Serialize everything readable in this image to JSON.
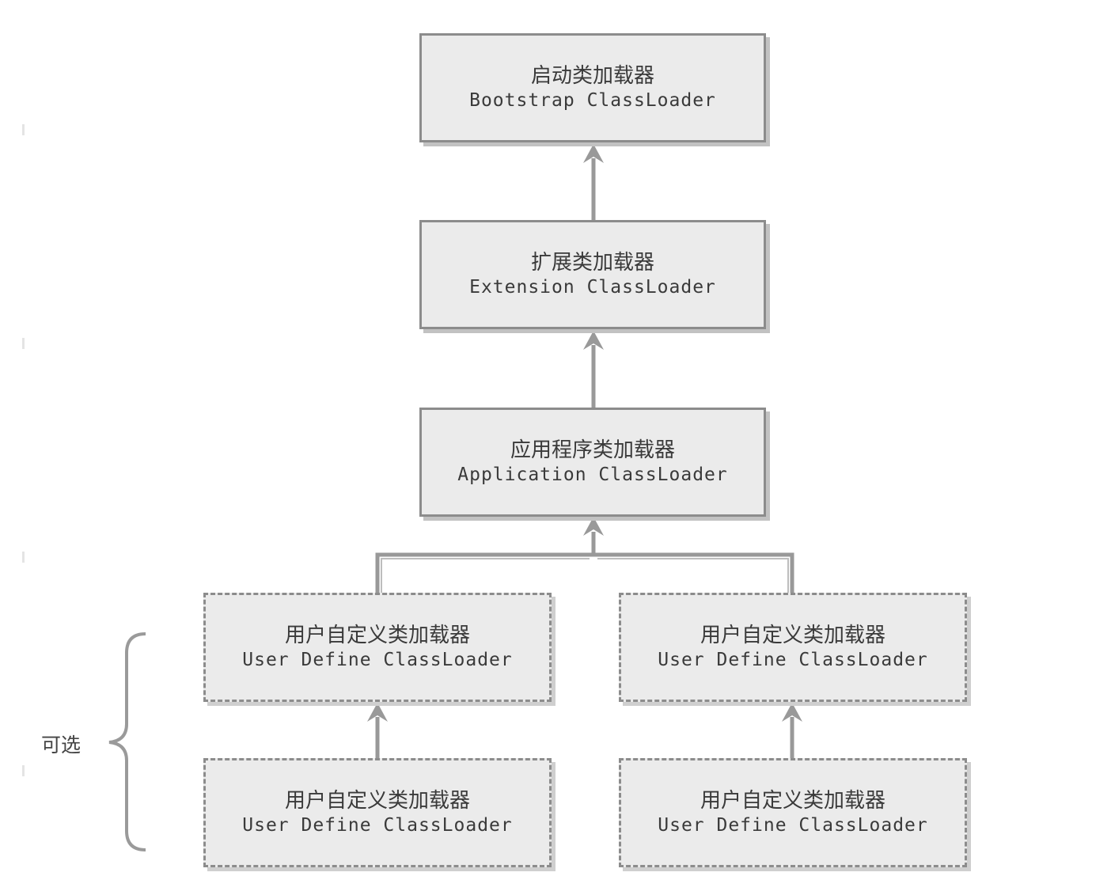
{
  "diagram": {
    "nodes": [
      {
        "id": "bootstrap",
        "cn": "启动类加载器",
        "en": "Bootstrap ClassLoader",
        "style": "solid"
      },
      {
        "id": "extension",
        "cn": "扩展类加载器",
        "en": "Extension ClassLoader",
        "style": "solid"
      },
      {
        "id": "application",
        "cn": "应用程序类加载器",
        "en": "Application ClassLoader",
        "style": "solid"
      },
      {
        "id": "user-left-top",
        "cn": "用户自定义类加载器",
        "en": "User Define ClassLoader",
        "style": "dashed"
      },
      {
        "id": "user-right-top",
        "cn": "用户自定义类加载器",
        "en": "User Define ClassLoader",
        "style": "dashed"
      },
      {
        "id": "user-left-bottom",
        "cn": "用户自定义类加载器",
        "en": "User Define ClassLoader",
        "style": "dashed"
      },
      {
        "id": "user-right-bottom",
        "cn": "用户自定义类加载器",
        "en": "User Define ClassLoader",
        "style": "dashed"
      }
    ],
    "edges": [
      {
        "from": "extension",
        "to": "bootstrap"
      },
      {
        "from": "application",
        "to": "extension"
      },
      {
        "from": "user-left-top",
        "to": "application"
      },
      {
        "from": "user-right-top",
        "to": "application"
      },
      {
        "from": "user-left-bottom",
        "to": "user-left-top"
      },
      {
        "from": "user-right-bottom",
        "to": "user-right-top"
      }
    ],
    "optional_label": "可选",
    "colors": {
      "line": "#999999",
      "box_fill": "#ebebeb",
      "box_border": "#8c8c8c",
      "text": "#3a3a3a"
    }
  }
}
